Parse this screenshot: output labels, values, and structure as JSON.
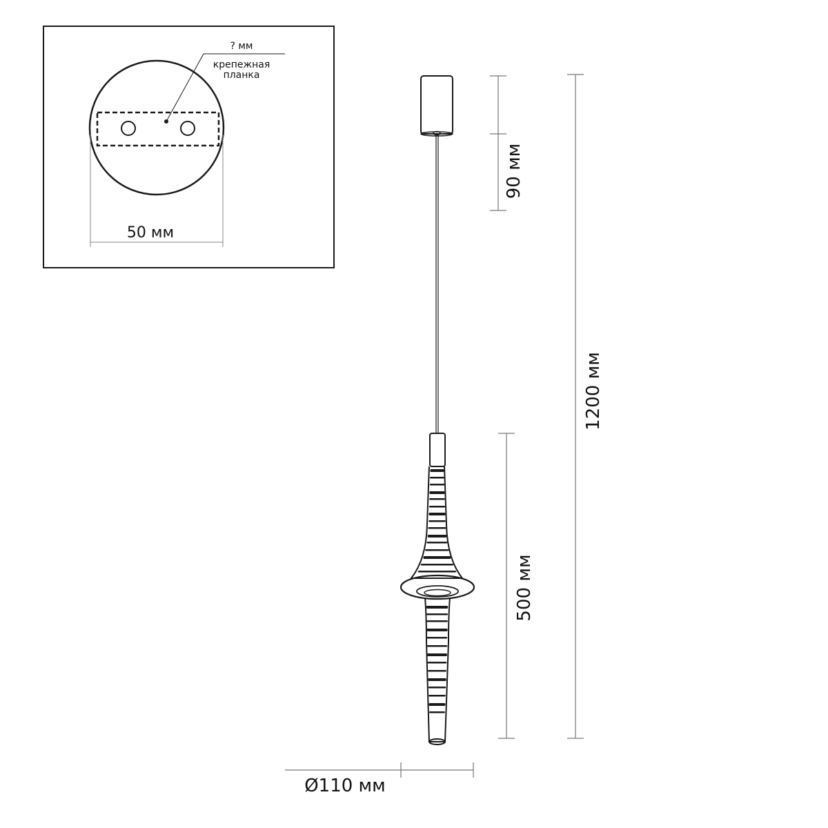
{
  "inset": {
    "bracket_dim_label": "? мм",
    "bracket_label_line1": "крепежная",
    "bracket_label_line2": "планка",
    "diameter_label": "50 мм"
  },
  "dimensions": {
    "canopy_height": "90 мм",
    "total_height": "1200 мм",
    "body_height": "500 мм",
    "shade_diameter": "Ø110 мм"
  },
  "colors": {
    "line": "#1a1a1a",
    "background": "#ffffff"
  }
}
